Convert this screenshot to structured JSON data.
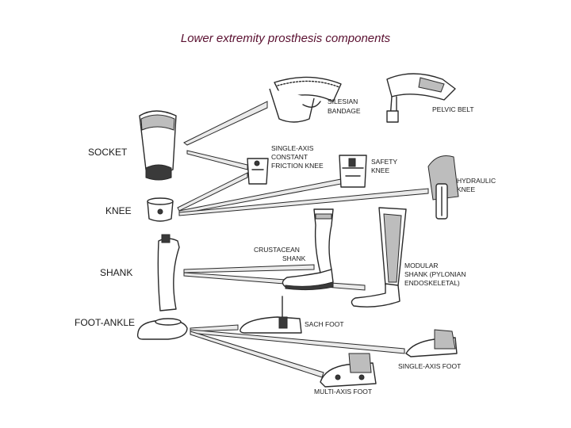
{
  "title": "Lower extremity prosthesis components",
  "categories": {
    "socket": "SOCKET",
    "knee": "KNEE",
    "shank": "SHANK",
    "foot_ankle": "FOOT-ANKLE"
  },
  "components": {
    "silesian_bandage": [
      "SILESIAN",
      "BANDAGE"
    ],
    "pelvic_belt": "PELVIC BELT",
    "single_axis_knee": [
      "SINGLE-AXIS",
      "CONSTANT",
      "FRICTION KNEE"
    ],
    "safety_knee": [
      "SAFETY",
      "KNEE"
    ],
    "hydraulic_knee": [
      "HYDRAULIC",
      "KNEE"
    ],
    "crustacean_shank": [
      "CRUSTACEAN",
      "SHANK"
    ],
    "modular_shank": [
      "MODULAR",
      "SHANK (PYLONIAN",
      "ENDOSKELETAL)"
    ],
    "sach_foot": "SACH FOOT",
    "single_axis_foot": "SINGLE-AXIS FOOT",
    "multi_axis_foot": "MULTI-AXIS FOOT"
  },
  "colors": {
    "title": "#5a1030",
    "ink": "#2a2a2a",
    "background": "#ffffff"
  }
}
